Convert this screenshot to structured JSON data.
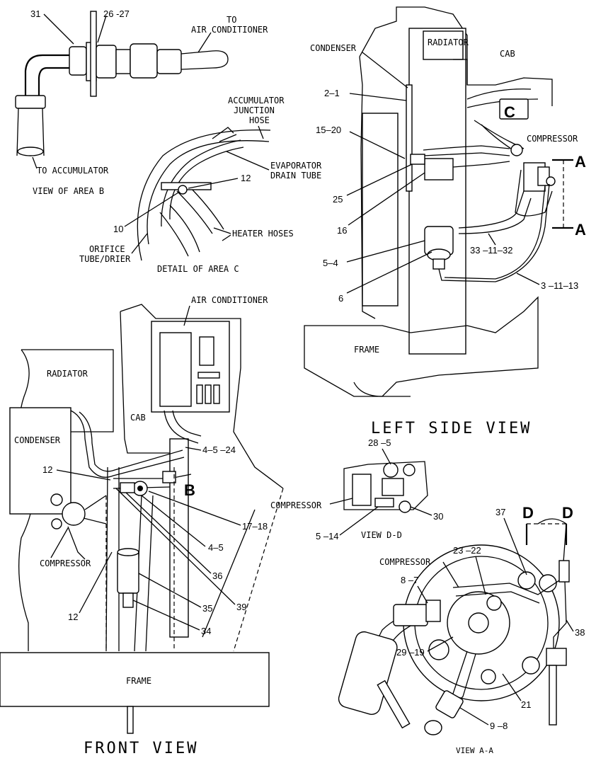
{
  "view_b": {
    "title": "VIEW OF AREA B",
    "to_air_conditioner": [
      "TO",
      "AIR CONDITIONER"
    ],
    "to_accumulator": "TO ACCUMULATOR",
    "callouts": [
      "31",
      "26 -27"
    ]
  },
  "area_c": {
    "title": "DETAIL OF AREA C",
    "accumulator_hose": [
      "ACCUMULATOR",
      "JUNCTION",
      "HOSE"
    ],
    "evaporator_drain": [
      "EVAPORATOR",
      "DRAIN TUBE"
    ],
    "heater_hoses": "HEATER HOSES",
    "orifice_tube": [
      "ORIFICE",
      "TUBE/DRIER"
    ],
    "callouts": [
      "12",
      "10"
    ]
  },
  "left_side_view": {
    "title": "LEFT SIDE VIEW",
    "labels": {
      "condenser": "CONDENSER",
      "radiator": "RADIATOR",
      "cab": "CAB",
      "compressor": "COMPRESSOR",
      "frame": "FRAME"
    },
    "callouts": [
      "2–1",
      "15–20",
      "25",
      "16",
      "5–4",
      "6",
      "33 –11–32",
      "3 –11–13"
    ],
    "section_letters": [
      "C",
      "A",
      "A"
    ]
  },
  "front_view": {
    "title": "FRONT VIEW",
    "labels": {
      "air_conditioner": "AIR CONDITIONER",
      "radiator": "RADIATOR",
      "condenser": "CONDENSER",
      "cab": "CAB",
      "compressor": "COMPRESSOR",
      "frame": "FRAME"
    },
    "callouts": [
      "4–5 –24",
      "12",
      "17–18",
      "4–5",
      "36",
      "39",
      "35",
      "34",
      "12"
    ],
    "section_letter": "B"
  },
  "view_dd": {
    "title": "VIEW D-D",
    "compressor": "COMPRESSOR",
    "callouts": [
      "28 –5",
      "30",
      "5 –14"
    ]
  },
  "view_aa": {
    "title": "VIEW A-A",
    "compressor": "COMPRESSOR",
    "callouts": [
      "37",
      "23 –22",
      "8 –7",
      "38",
      "29 –19",
      "21",
      "9 –8"
    ],
    "section_letters": [
      "D",
      "D"
    ]
  }
}
